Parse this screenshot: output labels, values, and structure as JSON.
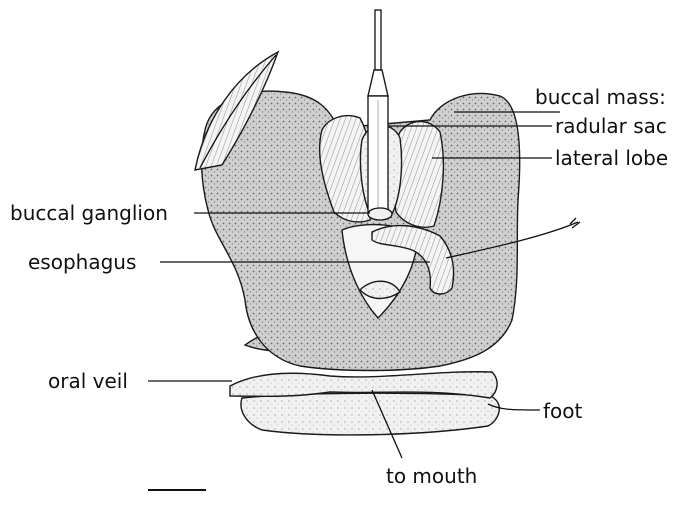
{
  "labels": {
    "buccal_mass": "buccal mass:",
    "radular_sac": "radular sac",
    "lateral_lobe": "lateral lobe",
    "buccal_ganglion": "buccal ganglion",
    "esophagus": "esophagus",
    "oral_veil": "oral veil",
    "foot": "foot",
    "to_mouth": "to mouth"
  },
  "colors": {
    "ink": "#111111",
    "tissue_dark": "#b9b9b9",
    "tissue_light": "#e4e4e4",
    "paper": "#ffffff"
  }
}
